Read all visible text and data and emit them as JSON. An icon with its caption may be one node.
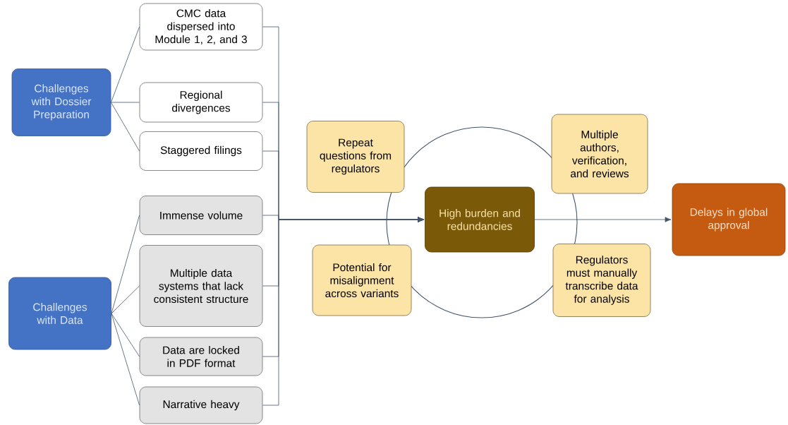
{
  "diagram": {
    "nodes": [
      {
        "text": [
          "Challenges with Dossier Preparation"
        ]
      },
      {
        "text": [
          "CMC data dispersed into Module 1, 2, and 3"
        ]
      },
      {
        "text": [
          "Regional divergences"
        ]
      },
      {
        "text": [
          "Staggered filings"
        ]
      },
      {
        "text": [
          "Challenges with Data"
        ]
      },
      {
        "text": [
          "Immense volume"
        ]
      },
      {
        "text": [
          "Multiple data systems that lack consistent structure"
        ]
      },
      {
        "text": [
          "Data are locked in PDF format"
        ]
      },
      {
        "text": [
          "Narrative heavy"
        ]
      },
      {
        "text": [
          "Repeat questions from regulators"
        ]
      },
      {
        "text": [
          "Multiple authors, verification, and reviews"
        ]
      },
      {
        "text": [
          "High burden and redundancies"
        ]
      },
      {
        "text": [
          "Potential for misalignment across variants"
        ]
      },
      {
        "text": [
          "Regulators must manually transcribe data for analysis"
        ]
      },
      {
        "text": [
          "Delays in global approval"
        ]
      }
    ],
    "edges": [
      {
        "from": 0,
        "to": 1,
        "arrow": "none"
      },
      {
        "from": 0,
        "to": 2,
        "arrow": "none"
      },
      {
        "from": 0,
        "to": 3,
        "arrow": "none"
      },
      {
        "from": 4,
        "to": 5,
        "arrow": "none"
      },
      {
        "from": 4,
        "to": 6,
        "arrow": "none"
      },
      {
        "from": 4,
        "to": 7,
        "arrow": "none"
      },
      {
        "from": 4,
        "to": 8,
        "arrow": "none"
      },
      {
        "from": 1,
        "to": 11,
        "arrow": "to"
      },
      {
        "from": 2,
        "to": 11,
        "arrow": "to"
      },
      {
        "from": 3,
        "to": 11,
        "arrow": "to"
      },
      {
        "from": 5,
        "to": 11,
        "arrow": "to"
      },
      {
        "from": 6,
        "to": 11,
        "arrow": "to"
      },
      {
        "from": 7,
        "to": 11,
        "arrow": "to"
      },
      {
        "from": 8,
        "to": 11,
        "arrow": "to"
      },
      {
        "from": 11,
        "to": 14,
        "arrow": "to"
      }
    ]
  }
}
